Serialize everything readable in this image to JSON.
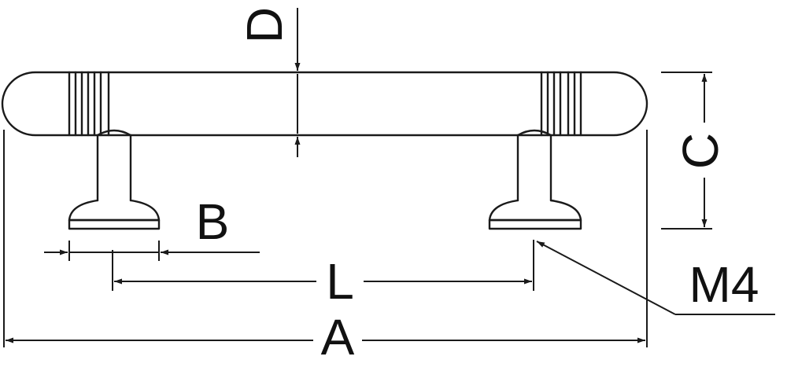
{
  "drawing": {
    "line_color": "#1a1a1a",
    "background": "#ffffff",
    "labels": {
      "overall_length": "A",
      "foot_width": "B",
      "height": "C",
      "diameter": "D",
      "hole_spacing": "L",
      "thread": "M4"
    }
  }
}
